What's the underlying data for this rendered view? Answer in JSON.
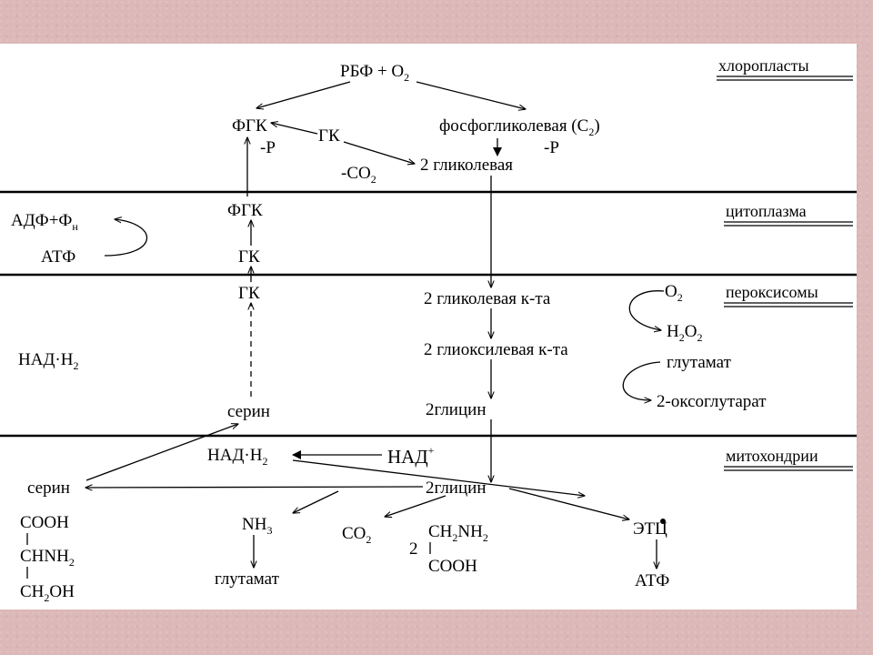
{
  "compartments": {
    "chloroplasts": "хлоропласты",
    "cytoplasm": "цитоплазма",
    "peroxisomes": "пероксисомы",
    "mitochondria": "митохондрии"
  },
  "chloroplast": {
    "rubp": "РБФ + О",
    "rubp_sub": "2",
    "pga": "ФГК",
    "phosphoglycolate": "фосфогликолевая (С",
    "phosphoglycolate_sub": "2",
    "phosphoglycolate_end": ")",
    "phosphate": "-Р",
    "ga": "ГК",
    "co2_release": "-СО",
    "co2_release_sub": "2",
    "glycolate": "2 гликолевая"
  },
  "cytoplasm": {
    "adp": "АДФ+Ф",
    "adp_sub": "н",
    "atp": "АТФ",
    "pga": "ФГК",
    "ga": "ГК"
  },
  "peroxisome": {
    "ga": "ГК",
    "glycolic_acid": "2 гликолевая к-та",
    "glyoxylic_acid": "2 глиоксилевая к-та",
    "glycine": "2глицин",
    "serine": "серин",
    "nadh": "НАД·Н",
    "nadh_sub": "2",
    "o2": "О",
    "o2_sub": "2",
    "h2o2_a": "Н",
    "h2o2_sub1": "2",
    "h2o2_b": "О",
    "h2o2_sub2": "2",
    "glutamate": "глутамат",
    "oxoglutarate": "2-оксоглутарат"
  },
  "mitochondrion": {
    "nadh": "НАД·Н",
    "nadh_sub": "2",
    "nad": "НАД",
    "nad_sup": "+",
    "serine": "серин",
    "glycine": "2глицин",
    "nh3": "NH",
    "nh3_sub": "3",
    "glutamate": "глутамат",
    "co2": "СО",
    "co2_sub": "2",
    "coefficient": "2",
    "glycine_formula_a": "CH",
    "glycine_formula_sub1": "2",
    "glycine_formula_b": "NH",
    "glycine_formula_sub2": "2",
    "glycine_cooh": "COOH",
    "serine_cooh": "COOH",
    "serine_chnh_a": "CHNH",
    "serine_chnh_sub": "2",
    "serine_ch_a": "CH",
    "serine_ch_sub": "2",
    "serine_ch_b": "OH",
    "etc": "ЭТЦ",
    "atp": "АТФ"
  }
}
